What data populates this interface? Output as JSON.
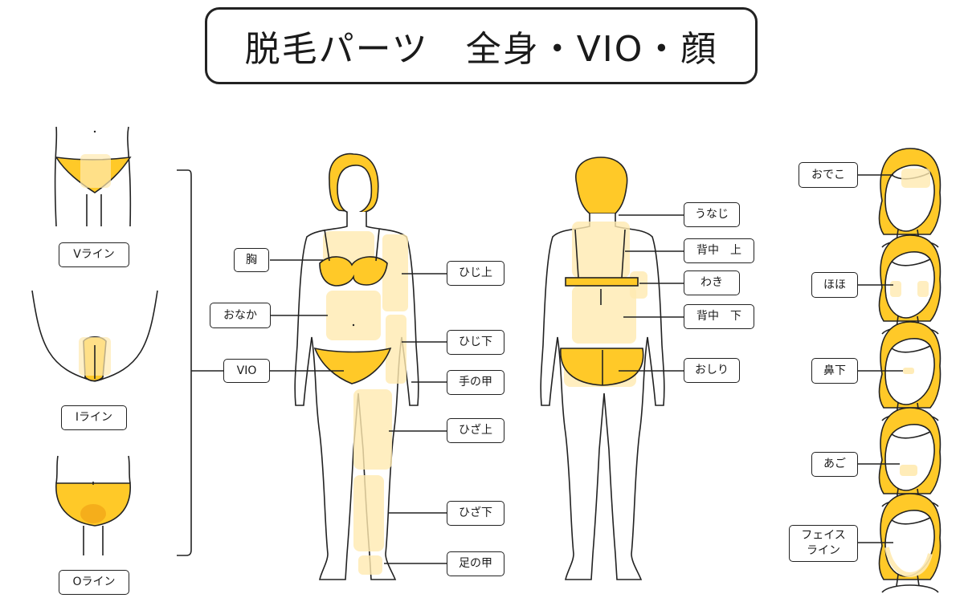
{
  "title": "脱毛パーツ　全身・VIO・顔",
  "colors": {
    "yellow": "#FFC928",
    "yellow_dark": "#F5AE1B",
    "light": "#FFEAB0",
    "stroke": "#222222"
  },
  "vio_labels": {
    "v": "Vライン",
    "i": "Iライン",
    "o": "Oライン"
  },
  "front_labels": {
    "mune": "胸",
    "onaka": "おなか",
    "vio": "VIO",
    "hiji_ue": "ひじ上",
    "hiji_shita": "ひじ下",
    "te_no_kou": "手の甲",
    "hiza_ue": "ひざ上",
    "hiza_shita": "ひざ下",
    "ashi_no_kou": "足の甲"
  },
  "back_labels": {
    "unaji": "うなじ",
    "senaka_ue": "背中　上",
    "waki": "わき",
    "senaka_shita": "背中　下",
    "oshiri": "おしり"
  },
  "face_labels": {
    "odeko": "おでこ",
    "hoho": "ほほ",
    "hanashita": "鼻下",
    "ago": "あご",
    "face_line": "フェイス\nライン"
  }
}
